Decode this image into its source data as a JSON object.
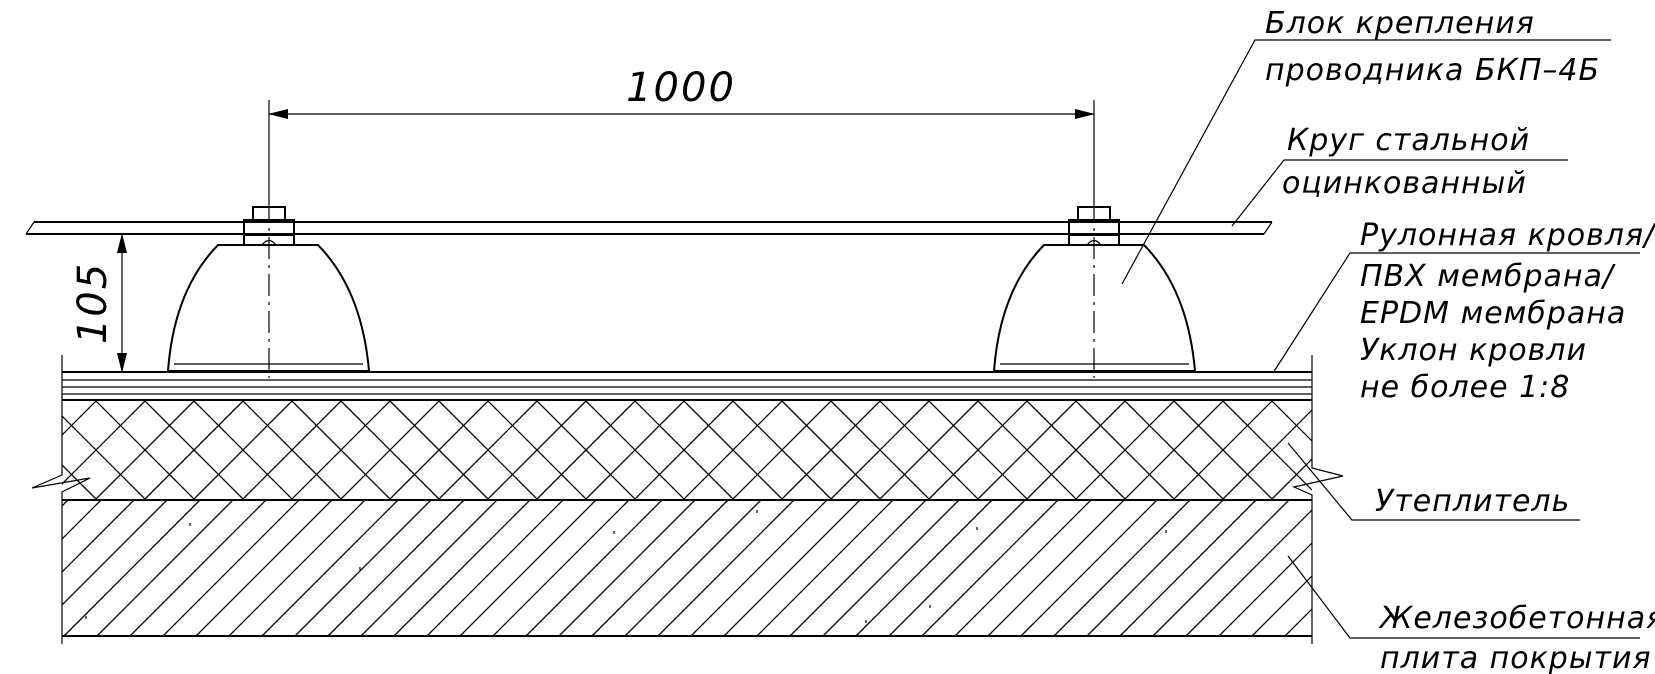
{
  "dimensions": {
    "spacing": "1000",
    "height": "105"
  },
  "labels": {
    "clamp_block": [
      "Блок крепления",
      "проводника БКП–4Б"
    ],
    "steel_rod": [
      "Круг стальной",
      "оцинкованный"
    ],
    "roofing": [
      "Рулонная кровля/",
      "ПВХ мембрана/",
      "EPDM мембрана",
      "Уклон кровли",
      "не более 1:8"
    ],
    "insulation": [
      "Утеплитель"
    ],
    "slab": [
      "Железобетонная",
      "плита покрытия"
    ]
  }
}
